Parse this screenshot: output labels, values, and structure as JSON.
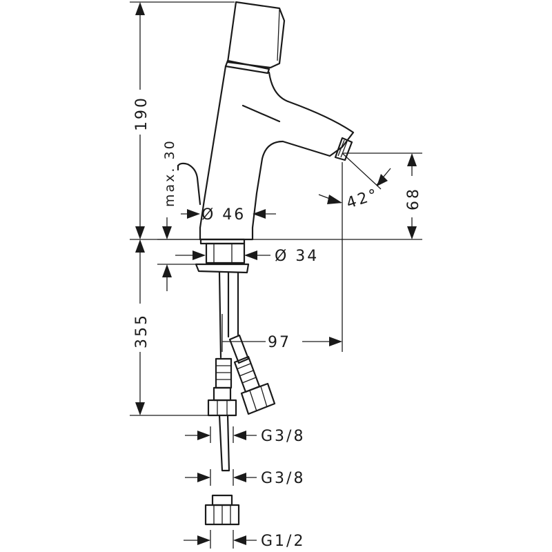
{
  "dimensions": {
    "height_total": "190",
    "handle_max": "max. 30",
    "spout_diameter": "Ø 46",
    "base_diameter": "Ø 34",
    "spout_height": "68",
    "spout_angle": "42°",
    "projection": "97",
    "hose_length": "355",
    "thread_hose_1": "G3/8",
    "thread_hose_2": "G3/8",
    "thread_supply": "G1/2"
  }
}
